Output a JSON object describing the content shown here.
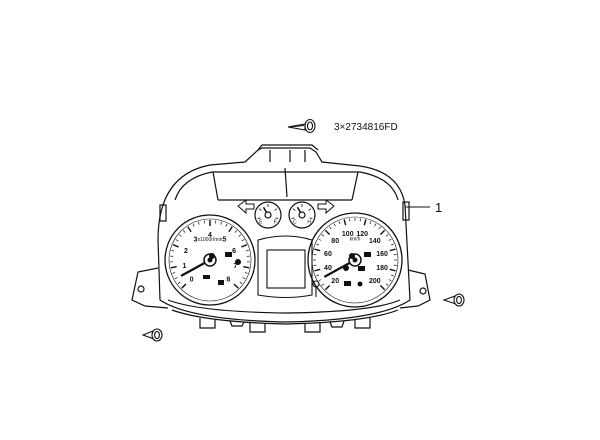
{
  "callouts": {
    "screw_part": "3×2734816FD",
    "item_number": "1"
  },
  "speedometer": {
    "ticks": [
      "20",
      "40",
      "60",
      "80",
      "100",
      "120",
      "140",
      "160",
      "180",
      "200"
    ],
    "unit": "km/h"
  },
  "tachometer": {
    "ticks": [
      "0",
      "1",
      "2",
      "3",
      "4",
      "5",
      "6",
      "7",
      "8"
    ],
    "unit": "x1000r/min"
  },
  "small_gauges": {
    "fuel_marks": [
      "E",
      "F"
    ],
    "temp_marks": [
      "C",
      "H"
    ]
  },
  "icons": [
    "screw-icon",
    "turn-signal-arrow-icon",
    "warning-lamp-icon"
  ],
  "colors": {
    "line": "#111111",
    "background": "#ffffff"
  }
}
